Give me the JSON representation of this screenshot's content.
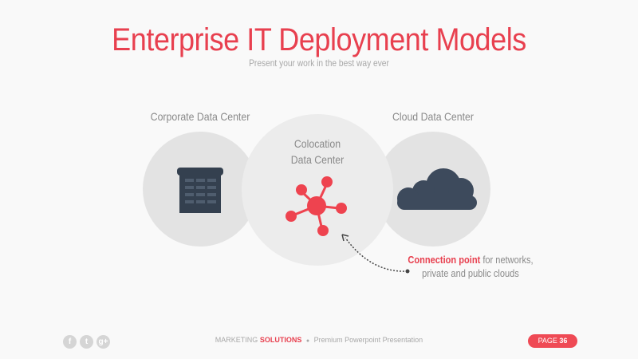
{
  "header": {
    "title": "Enterprise IT Deployment Models",
    "subtitle": "Present your work in the best way ever"
  },
  "diagram": {
    "corporate": {
      "label": "Corporate Data Center",
      "icon": "building-icon"
    },
    "colocation": {
      "label_line1": "Colocation",
      "label_line2": "Data Center",
      "icon": "network-hub-icon"
    },
    "cloud": {
      "label": "Cloud Data Center",
      "icon": "cloud-icon"
    },
    "annotation": {
      "highlight": "Connection point",
      "rest_line1": " for networks,",
      "line2": "private and public clouds"
    }
  },
  "footer": {
    "brand1": "MARKETING",
    "brand2": "SOLUTIONS",
    "separator": "●",
    "tagline": "Premium Powerpoint Presentation",
    "page_label": "PAGE",
    "page_number": "36",
    "social": [
      {
        "icon": "facebook-icon",
        "glyph": "f"
      },
      {
        "icon": "twitter-icon",
        "glyph": "t"
      },
      {
        "icon": "google-plus-icon",
        "glyph": "g+"
      }
    ]
  },
  "colors": {
    "accent": "#e8404f",
    "dark": "#3a4a5e",
    "circle": "#e4e4e4",
    "circle_mid": "#ececec"
  }
}
